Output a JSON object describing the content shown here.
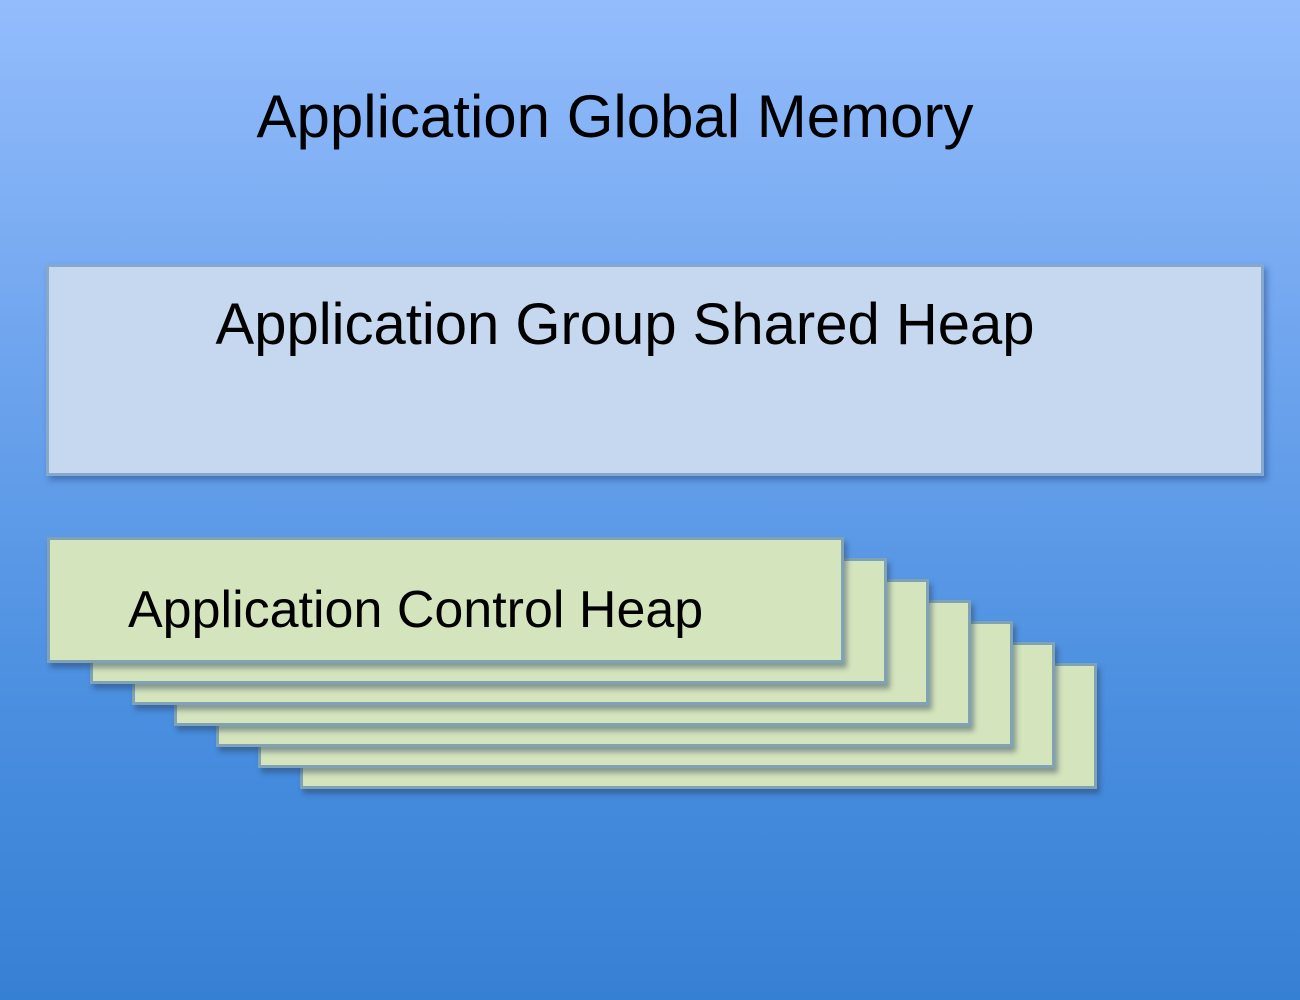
{
  "title": "Application Global Memory",
  "shared_heap": {
    "label": "Application Group Shared Heap",
    "color": "#c5d8ef"
  },
  "control_heap": {
    "label": "Application Control Heap",
    "stack_count": 7,
    "color": "#d4e4bc"
  }
}
